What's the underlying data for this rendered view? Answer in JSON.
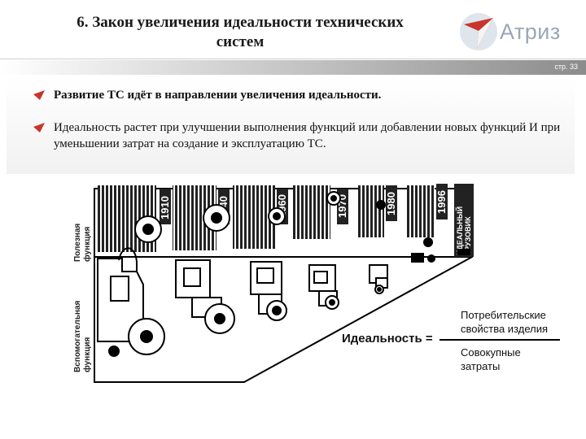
{
  "header": {
    "title_line1": "6. Закон увеличения идеальности технических",
    "title_line2": "систем",
    "logo_text": "Атриз",
    "page_number": "стр. 33"
  },
  "bullets": [
    "Развитие ТС идёт в направлении увеличения идеальности.",
    "Идеальность растет при улучшении выполнения функций или добавлении новых функций И при уменьшении затрат на создание и эксплуатацию ТС."
  ],
  "diagram": {
    "useful_function_label": [
      "Полезная",
      "функция"
    ],
    "auxiliary_function_label": [
      "Вспомогательная",
      "функция"
    ],
    "years": [
      "1910",
      "1940",
      "1960",
      "1970",
      "1980",
      "1996"
    ],
    "ideal_truck_label": [
      "ИДЕАЛЬНЫЙ",
      "ГРУЗОВИК"
    ],
    "formula": {
      "lhs": "Идеальность =",
      "numerator_line1": "Потребительские",
      "numerator_line2": "свойства изделия",
      "denominator_line1": "Совокупные",
      "denominator_line2": "затраты"
    }
  }
}
